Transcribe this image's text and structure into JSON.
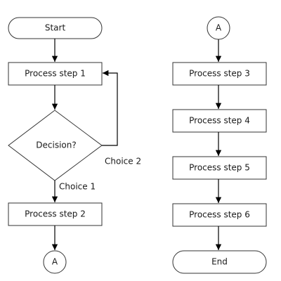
{
  "left_column": {
    "start": "Start",
    "step1": "Process step 1",
    "decision": "Decision?",
    "choice2": "Choice 2",
    "choice1": "Choice 1",
    "step2": "Process step 2",
    "connector": "A"
  },
  "right_column": {
    "connector": "A",
    "step3": "Process step 3",
    "step4": "Process step 4",
    "step5": "Process step 5",
    "step6": "Process step 6",
    "end": "End"
  }
}
